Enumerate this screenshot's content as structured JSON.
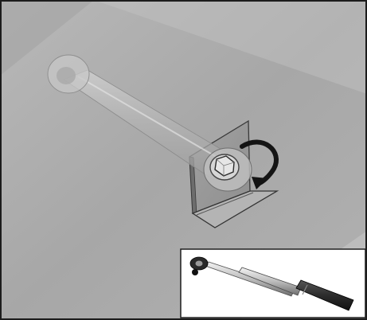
{
  "figure": {
    "scene": "bolt-in-bracket-with-wrench",
    "arrow_direction": "clockwise",
    "inset": "torque-wrench",
    "colors": {
      "frame_border": "#1c1c1c",
      "background_gray": "#adadad",
      "plate_gray": "#9a9a9a",
      "inset_background": "#ffffff",
      "arrow": "#151515"
    }
  }
}
